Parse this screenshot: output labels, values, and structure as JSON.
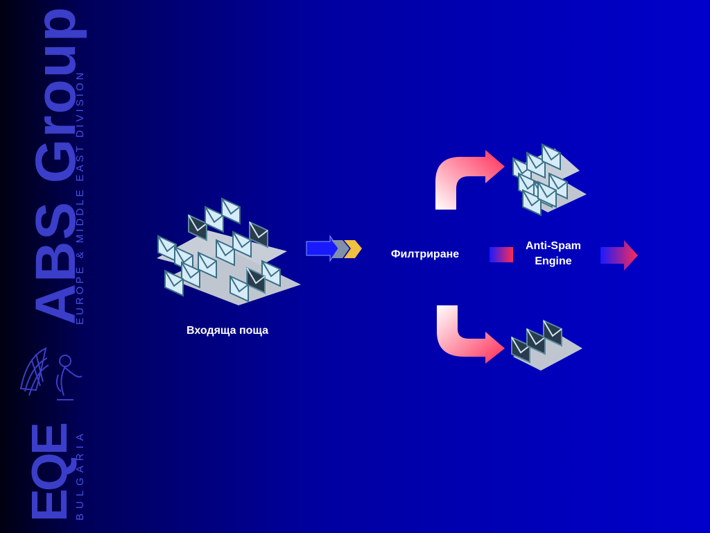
{
  "brand": {
    "title": "ABS Group",
    "subtitle": "EUROPE & MIDDLE EAST DIVISION",
    "logo": "EQE",
    "logo_sub": "BULGARIA"
  },
  "diagram": {
    "incoming_label": "Входяща поща",
    "filter_label": "Филтриране",
    "engine_label_line1": "Anti-Spam",
    "engine_label_line2": "Engine"
  },
  "colors": {
    "arrow_red": "#ff2a55",
    "envelope_light": "#cfe8f5",
    "envelope_dark": "#2c3e50",
    "flow_blue": "#1a1aff",
    "flow_gray": "#8090a8",
    "flow_yellow": "#f0c040"
  }
}
